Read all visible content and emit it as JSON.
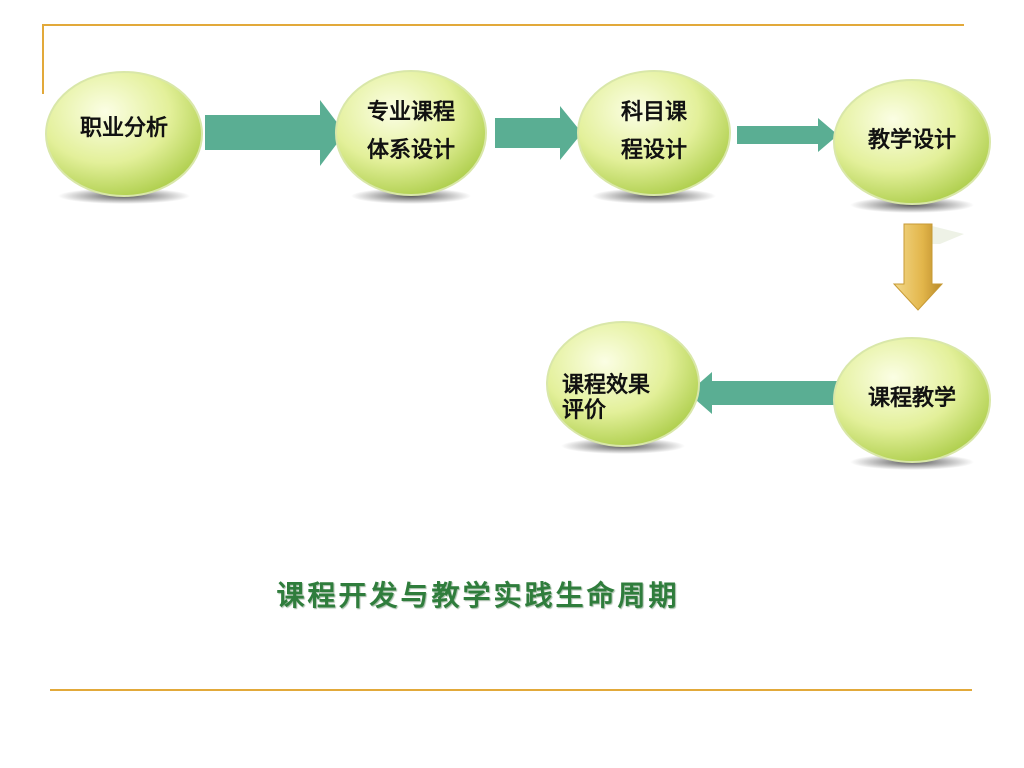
{
  "colors": {
    "rule": "#e2a93a",
    "arrow": "#5aae93",
    "node_light": "#f7fbcf",
    "node_dark": "#b8d652",
    "down_arrow": "#e0b548",
    "caption": "#2f7d3c"
  },
  "nodes": [
    {
      "line1": "职业分析",
      "line2": ""
    },
    {
      "line1": "专业课程",
      "line2": "体系设计"
    },
    {
      "line1": "科目课",
      "line2": "程设计"
    },
    {
      "line1": "教学设计",
      "line2": ""
    },
    {
      "line1": "课程教学",
      "line2": ""
    },
    {
      "line1": "课程效果",
      "line2": "评价"
    }
  ],
  "caption": "课程开发与教学实践生命周期"
}
